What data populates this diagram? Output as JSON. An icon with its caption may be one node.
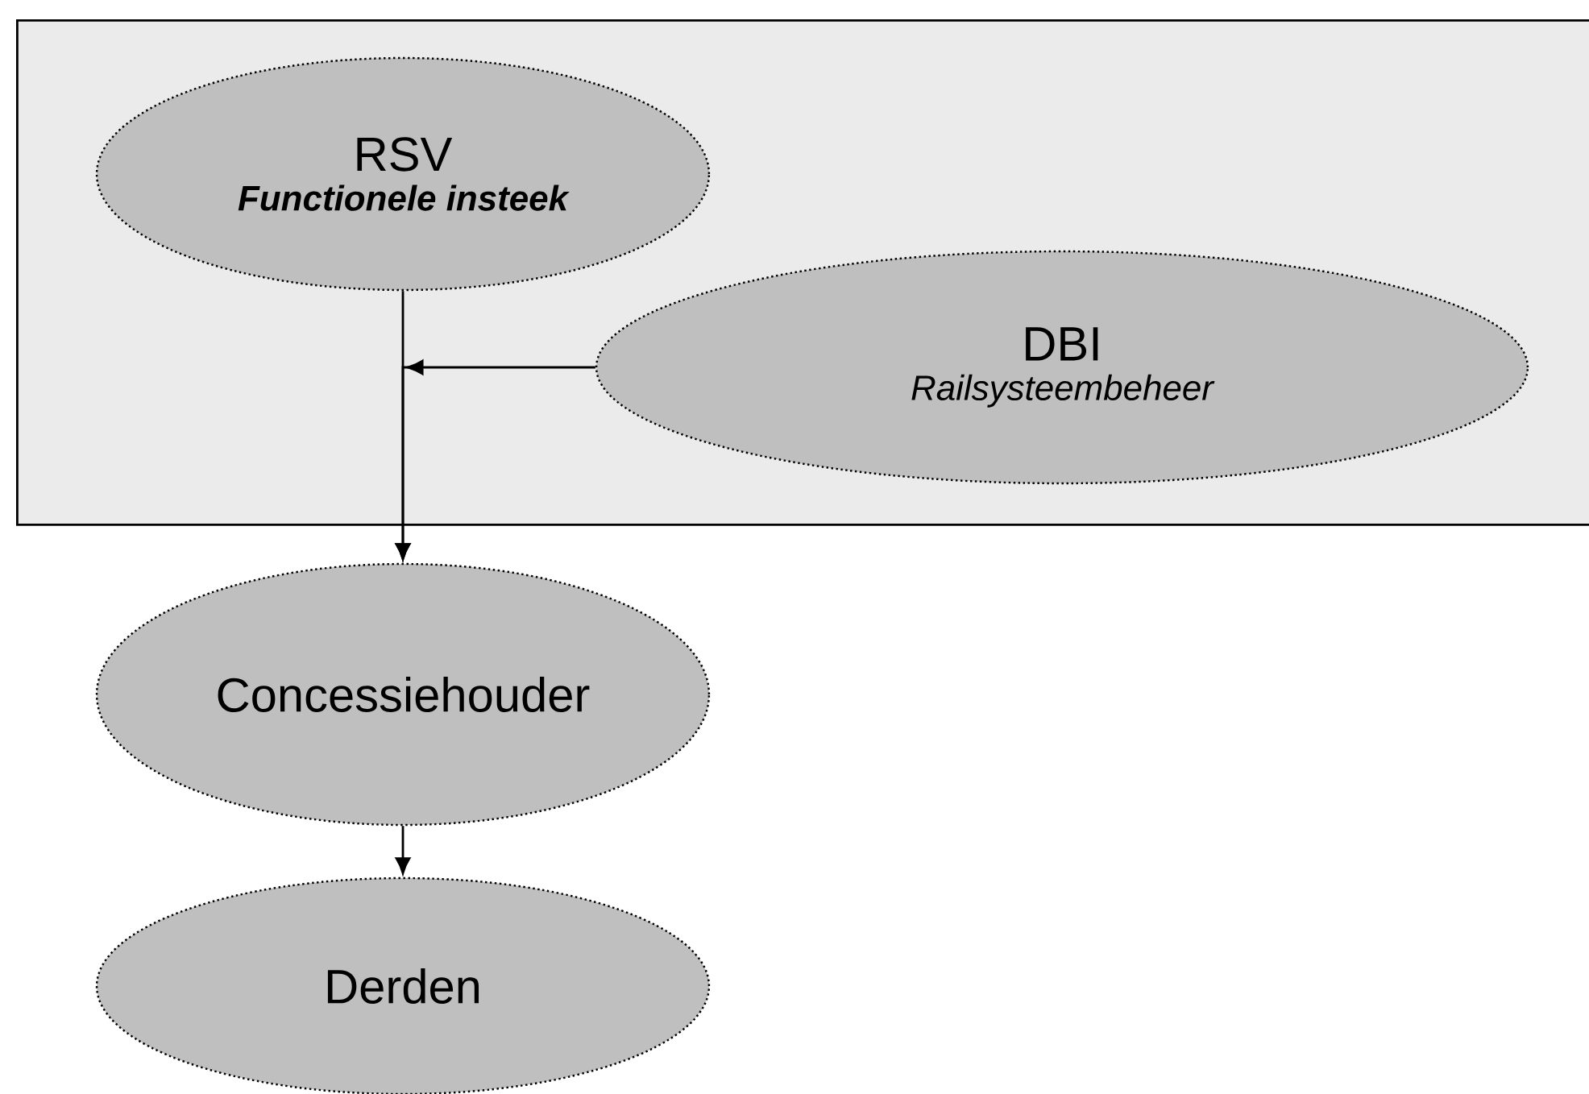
{
  "diagram": {
    "nodes": [
      {
        "text": [],
        "shape": "box"
      },
      {
        "text": [
          "RSV",
          "Functionele insteek"
        ],
        "in": 0
      },
      {
        "text": [
          "DBI",
          "Railsysteembeheer"
        ],
        "in": 0
      },
      {
        "text": [
          "Concessiehouder"
        ]
      },
      {
        "text": [
          "Derden"
        ]
      }
    ],
    "edges": [
      {
        "from": 1,
        "to": 3,
        "arrow": "to"
      },
      {
        "from": 2,
        "to": 3,
        "arrow": "to"
      },
      {
        "from": 3,
        "to": 4,
        "arrow": "to"
      }
    ]
  }
}
